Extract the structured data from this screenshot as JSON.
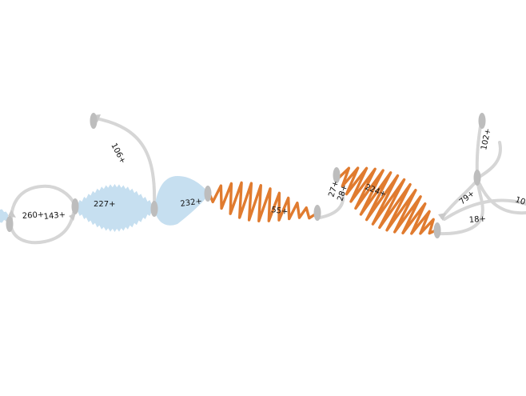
{
  "colors": {
    "background": "#ffffff",
    "gray_edge": "#d6d6d6",
    "node": "#bdbdbd",
    "blue_fill": "#c6dff0",
    "orange_edge": "#e07b2f",
    "label_text": "#111111"
  },
  "labels": {
    "l260": "260+",
    "l143": "143+",
    "l227": "227+",
    "l106": "106+",
    "l232": "232+",
    "l55": "55+",
    "l27": "27+",
    "l28": "28+",
    "l224": "224+",
    "l79": "79+",
    "l18": "18+",
    "l102": "102+",
    "l10": "10"
  }
}
